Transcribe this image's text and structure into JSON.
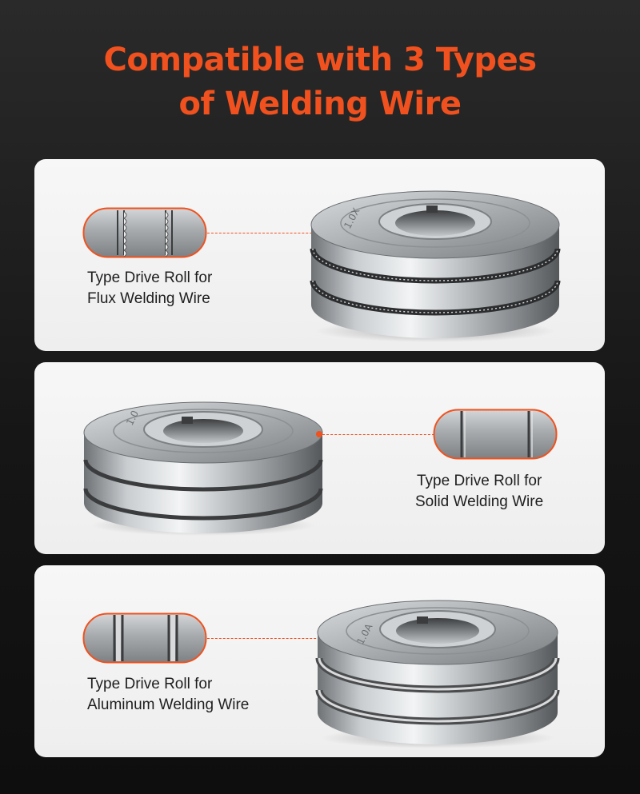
{
  "headline": {
    "line1": "Compatible with 3 Types",
    "line2": "of Welding Wire"
  },
  "colors": {
    "accent": "#f0511e",
    "card": "#f2f2f2",
    "background": "#1a1a1a"
  },
  "cards": [
    {
      "caption_line1": "Type Drive Roll for",
      "caption_line2": "Flux Welding Wire",
      "roll_marking": "1.0X",
      "groove_style": "knurled"
    },
    {
      "caption_line1": "Type Drive Roll for",
      "caption_line2": "Solid Welding Wire",
      "roll_marking": "1.0",
      "groove_style": "v-groove"
    },
    {
      "caption_line1": "Type Drive Roll for",
      "caption_line2": "Aluminum Welding Wire",
      "roll_marking": "1.0A",
      "groove_style": "u-groove"
    }
  ]
}
